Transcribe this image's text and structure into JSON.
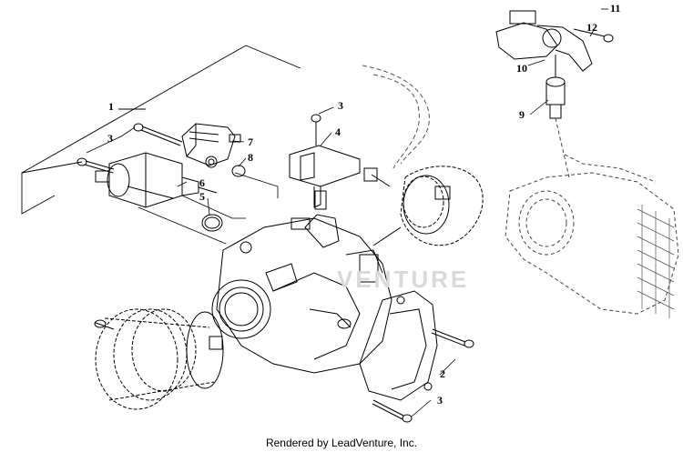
{
  "callouts": [
    {
      "id": "c1",
      "label": "1"
    },
    {
      "id": "c2",
      "label": "2"
    },
    {
      "id": "c3a",
      "label": "3"
    },
    {
      "id": "c3b",
      "label": "3"
    },
    {
      "id": "c3c",
      "label": "3"
    },
    {
      "id": "c4",
      "label": "4"
    },
    {
      "id": "c5",
      "label": "5"
    },
    {
      "id": "c6",
      "label": "6"
    },
    {
      "id": "c7",
      "label": "7"
    },
    {
      "id": "c8",
      "label": "8"
    },
    {
      "id": "c9",
      "label": "9"
    },
    {
      "id": "c10",
      "label": "10"
    },
    {
      "id": "c11",
      "label": "11"
    },
    {
      "id": "c12",
      "label": "12"
    }
  ],
  "watermark": "VENTURE",
  "footer": "Rendered by LeadVenture, Inc."
}
